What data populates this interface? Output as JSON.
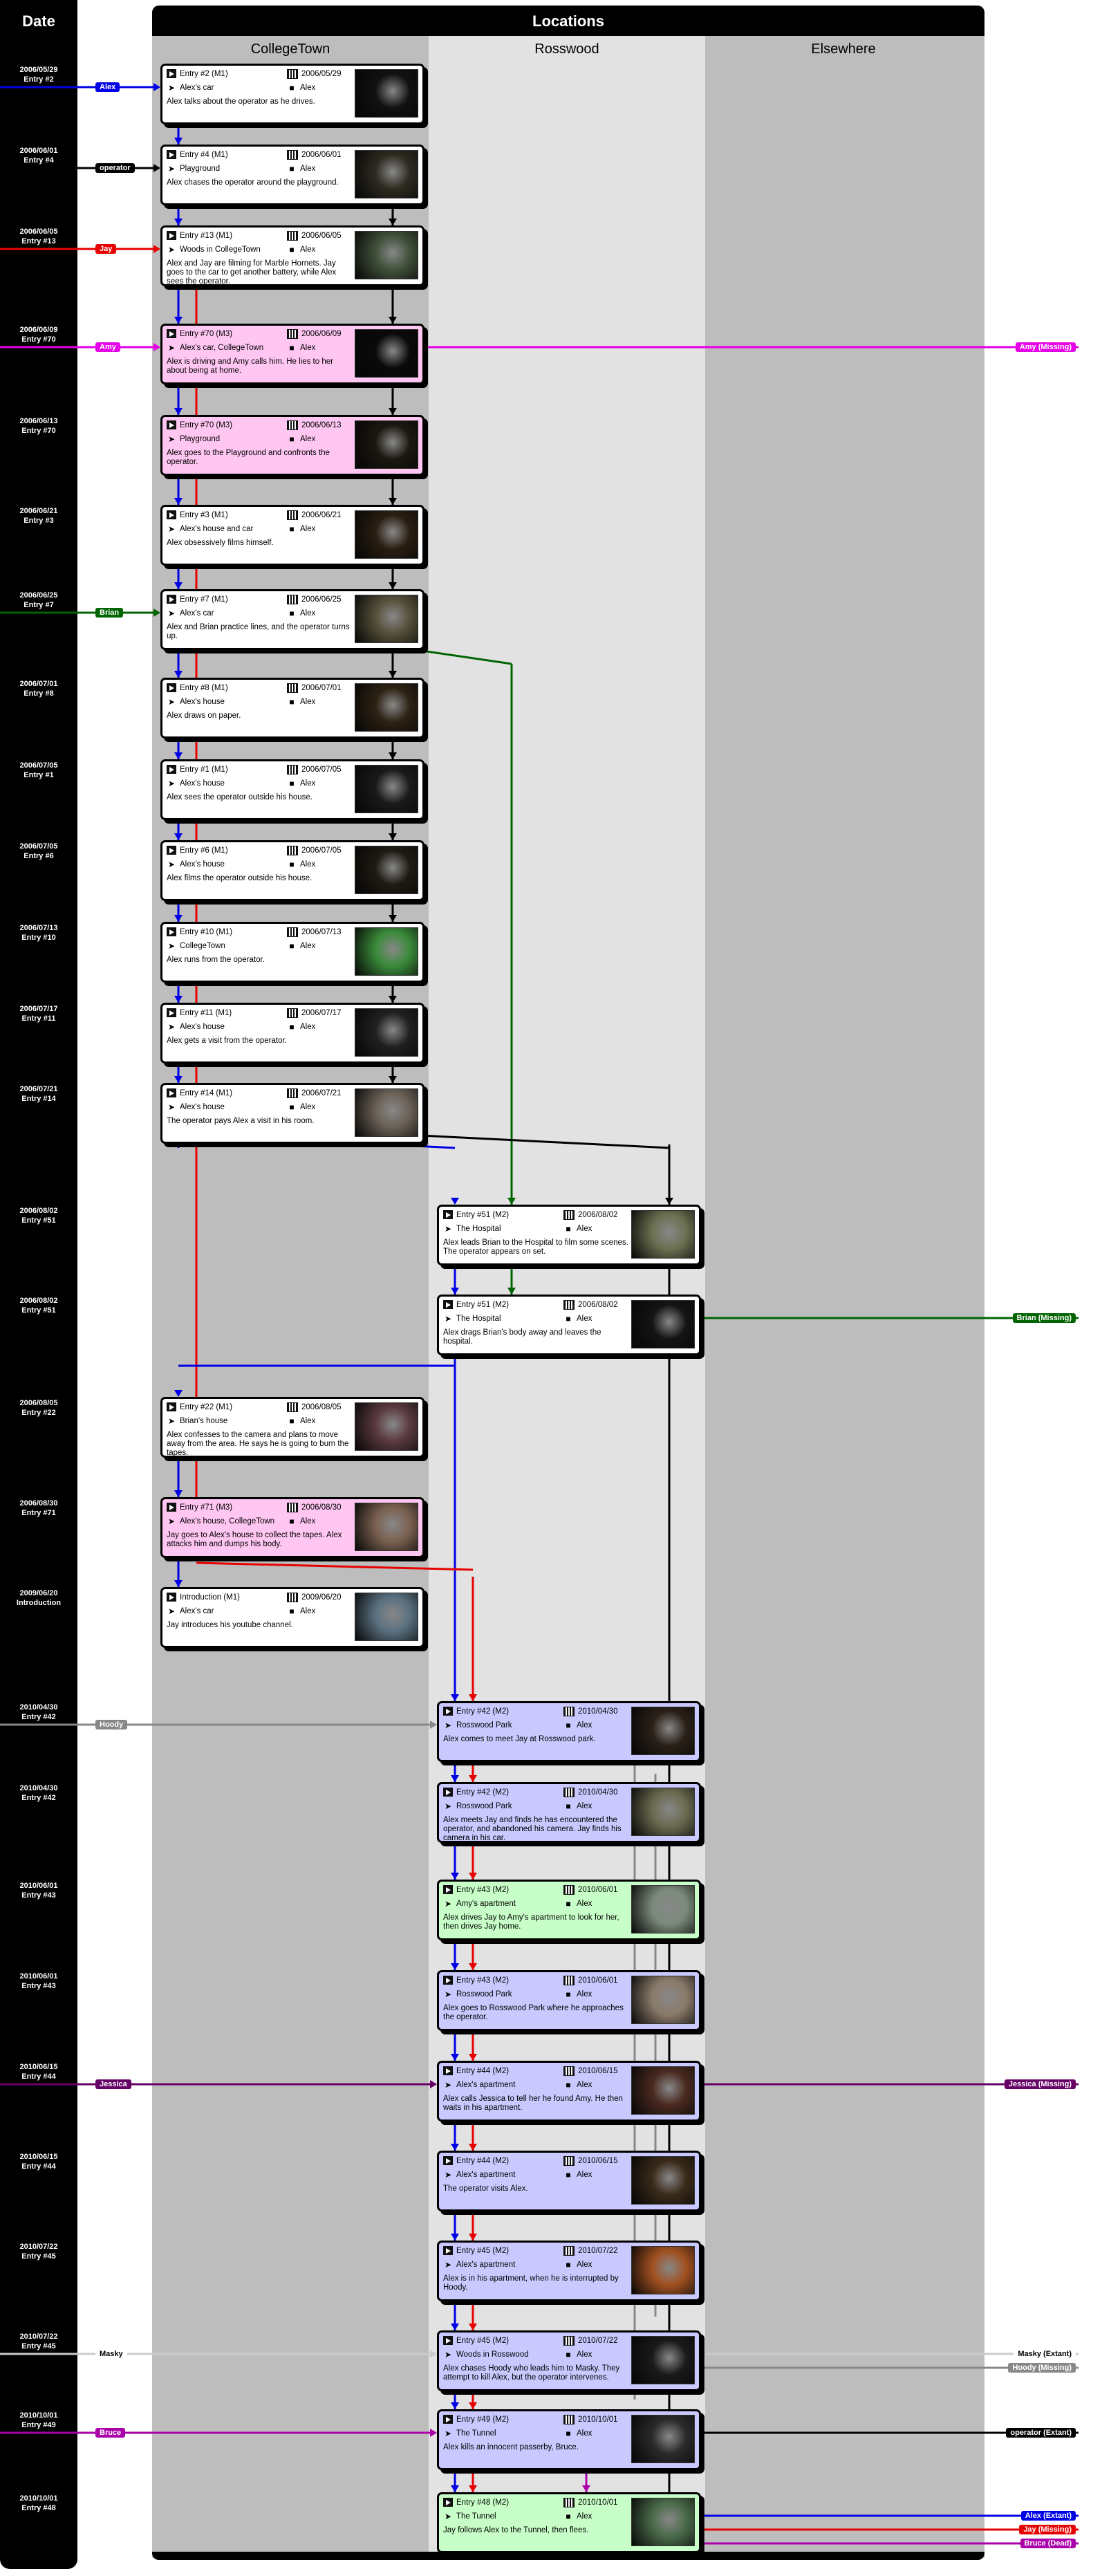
{
  "header": {
    "date_label": "Date",
    "locations_label": "Locations"
  },
  "columns": [
    {
      "key": "ct",
      "label": "CollegeTown"
    },
    {
      "key": "rw",
      "label": "Rosswood"
    },
    {
      "key": "el",
      "label": "Elsewhere"
    }
  ],
  "colors": {
    "Alex": "#0000e6",
    "operator": "#000000",
    "Jay": "#e60000",
    "Amy": "#e600e6",
    "Brian": "#006400",
    "Hoody": "#888888",
    "Jessica": "#660066",
    "Masky": "#cccccc",
    "Bruce": "#aa00aa"
  },
  "dates": [
    {
      "date": "2006/05/29",
      "entry": "Entry #2"
    },
    {
      "date": "2006/06/01",
      "entry": "Entry #4"
    },
    {
      "date": "2006/06/05",
      "entry": "Entry #13"
    },
    {
      "date": "2006/06/09",
      "entry": "Entry #70"
    },
    {
      "date": "2006/06/13",
      "entry": "Entry #70"
    },
    {
      "date": "2006/06/21",
      "entry": "Entry #3"
    },
    {
      "date": "2006/06/25",
      "entry": "Entry #7"
    },
    {
      "date": "2006/07/01",
      "entry": "Entry #8"
    },
    {
      "date": "2006/07/05",
      "entry": "Entry #1"
    },
    {
      "date": "2006/07/05",
      "entry": "Entry #6"
    },
    {
      "date": "2006/07/13",
      "entry": "Entry #10"
    },
    {
      "date": "2006/07/17",
      "entry": "Entry #11"
    },
    {
      "date": "2006/07/21",
      "entry": "Entry #14"
    },
    {
      "date": "2006/08/02",
      "entry": "Entry #51"
    },
    {
      "date": "2006/08/02",
      "entry": "Entry #51"
    },
    {
      "date": "2006/08/05",
      "entry": "Entry #22"
    },
    {
      "date": "2006/08/30",
      "entry": "Entry #71"
    },
    {
      "date": "2009/06/20",
      "entry": "Introduction"
    },
    {
      "date": "2010/04/30",
      "entry": "Entry #42"
    },
    {
      "date": "2010/04/30",
      "entry": "Entry #42"
    },
    {
      "date": "2010/06/01",
      "entry": "Entry #43"
    },
    {
      "date": "2010/06/01",
      "entry": "Entry #43"
    },
    {
      "date": "2010/06/15",
      "entry": "Entry #44"
    },
    {
      "date": "2010/06/15",
      "entry": "Entry #44"
    },
    {
      "date": "2010/07/22",
      "entry": "Entry #45"
    },
    {
      "date": "2010/07/22",
      "entry": "Entry #45"
    },
    {
      "date": "2010/10/01",
      "entry": "Entry #49"
    },
    {
      "date": "2010/10/01",
      "entry": "Entry #48"
    }
  ],
  "entries": [
    {
      "title": "Entry #2 (M1)",
      "date": "2006/05/29",
      "location": "Alex's car",
      "camera": "Alex",
      "desc": "Alex talks about the operator as he drives.",
      "col": "ct",
      "color": "white"
    },
    {
      "title": "Entry #4 (M1)",
      "date": "2006/06/01",
      "location": "Playground",
      "camera": "Alex",
      "desc": "Alex chases the operator around the playground.",
      "col": "ct",
      "color": "white"
    },
    {
      "title": "Entry #13 (M1)",
      "date": "2006/06/05",
      "location": "Woods in CollegeTown",
      "camera": "Alex",
      "desc": "Alex and Jay are filming for Marble Hornets.  Jay goes to the car to get another battery, while Alex sees the operator.",
      "col": "ct",
      "color": "white"
    },
    {
      "title": "Entry #70 (M3)",
      "date": "2006/06/09",
      "location": "Alex's car, CollegeTown",
      "camera": "Alex",
      "desc": "Alex is driving and Amy calls him.  He lies to her about being at home.",
      "col": "ct",
      "color": "pink"
    },
    {
      "title": "Entry #70 (M3)",
      "date": "2006/06/13",
      "location": "Playground",
      "camera": "Alex",
      "desc": "Alex goes to the Playground and confronts the operator.",
      "col": "ct",
      "color": "pink"
    },
    {
      "title": "Entry #3 (M1)",
      "date": "2006/06/21",
      "location": "Alex's house and car",
      "camera": "Alex",
      "desc": "Alex obsessively films himself.",
      "col": "ct",
      "color": "white"
    },
    {
      "title": "Entry #7 (M1)",
      "date": "2006/06/25",
      "location": "Alex's car",
      "camera": "Alex",
      "desc": "Alex and Brian practice lines, and the operator turns up.",
      "col": "ct",
      "color": "white"
    },
    {
      "title": "Entry #8 (M1)",
      "date": "2006/07/01",
      "location": "Alex's house",
      "camera": "Alex",
      "desc": "Alex draws on paper.",
      "col": "ct",
      "color": "white"
    },
    {
      "title": "Entry #1 (M1)",
      "date": "2006/07/05",
      "location": "Alex's house",
      "camera": "Alex",
      "desc": "Alex sees the operator outside his house.",
      "col": "ct",
      "color": "white"
    },
    {
      "title": "Entry #6 (M1)",
      "date": "2006/07/05",
      "location": "Alex's house",
      "camera": "Alex",
      "desc": "Alex films the operator outside his house.",
      "col": "ct",
      "color": "white"
    },
    {
      "title": "Entry #10 (M1)",
      "date": "2006/07/13",
      "location": "CollegeTown",
      "camera": "Alex",
      "desc": "Alex runs from the operator.",
      "col": "ct",
      "color": "white"
    },
    {
      "title": "Entry #11 (M1)",
      "date": "2006/07/17",
      "location": "Alex's house",
      "camera": "Alex",
      "desc": "Alex gets a visit from the operator.",
      "col": "ct",
      "color": "white"
    },
    {
      "title": "Entry #14 (M1)",
      "date": "2006/07/21",
      "location": "Alex's house",
      "camera": "Alex",
      "desc": "The operator pays Alex a visit in his room.",
      "col": "ct",
      "color": "white"
    },
    {
      "title": "Entry #51 (M2)",
      "date": "2006/08/02",
      "location": "The Hospital",
      "camera": "Alex",
      "desc": "Alex leads Brian to the Hospital to film some scenes.  The operator appears on set.",
      "col": "rw",
      "color": "white"
    },
    {
      "title": "Entry #51 (M2)",
      "date": "2006/08/02",
      "location": "The Hospital",
      "camera": "Alex",
      "desc": "Alex drags Brian's body away and leaves the hospital.",
      "col": "rw",
      "color": "white"
    },
    {
      "title": "Entry #22 (M1)",
      "date": "2006/08/05",
      "location": "Brian's house",
      "camera": "Alex",
      "desc": "Alex confesses to the camera and plans to move away from the area.  He says he is going to burn the tapes.",
      "col": "ct",
      "color": "white"
    },
    {
      "title": "Entry #71 (M3)",
      "date": "2006/08/30",
      "location": "Alex's house, CollegeTown",
      "camera": "Alex",
      "desc": "Jay goes to Alex's house to collect the tapes.  Alex attacks him and dumps his body.",
      "col": "ct",
      "color": "pink"
    },
    {
      "title": "Introduction (M1)",
      "date": "2009/06/20",
      "location": "Alex's car",
      "camera": "Alex",
      "desc": "Jay introduces his youtube channel.",
      "col": "ct",
      "color": "white"
    },
    {
      "title": "Entry #42 (M2)",
      "date": "2010/04/30",
      "location": "Rosswood Park",
      "camera": "Alex",
      "desc": "Alex comes to meet Jay at Rosswood park.",
      "col": "rw",
      "color": "blue"
    },
    {
      "title": "Entry #42 (M2)",
      "date": "2010/04/30",
      "location": "Rosswood Park",
      "camera": "Alex",
      "desc": "Alex meets Jay and finds he has encountered the operator, and abandoned his camera.  Jay finds his camera in his car.",
      "col": "rw",
      "color": "blue"
    },
    {
      "title": "Entry #43 (M2)",
      "date": "2010/06/01",
      "location": "Amy's apartment",
      "camera": "Alex",
      "desc": "Alex drives Jay to Amy's apartment to look for her, then drives Jay home.",
      "col": "rw",
      "color": "green"
    },
    {
      "title": "Entry #43 (M2)",
      "date": "2010/06/01",
      "location": "Rosswood Park",
      "camera": "Alex",
      "desc": "Alex goes to Rosswood Park where he approaches the operator.",
      "col": "rw",
      "color": "blue"
    },
    {
      "title": "Entry #44 (M2)",
      "date": "2010/06/15",
      "location": "Alex's apartment",
      "camera": "Alex",
      "desc": "Alex calls Jessica to tell her he found Amy.  He then waits in his apartment.",
      "col": "rw",
      "color": "blue"
    },
    {
      "title": "Entry #44 (M2)",
      "date": "2010/06/15",
      "location": "Alex's apartment",
      "camera": "Alex",
      "desc": "The operator visits Alex.",
      "col": "rw",
      "color": "blue"
    },
    {
      "title": "Entry #45 (M2)",
      "date": "2010/07/22",
      "location": "Alex's apartment",
      "camera": "Alex",
      "desc": "Alex is in his apartment, when he is interrupted by Hoody.",
      "col": "rw",
      "color": "blue"
    },
    {
      "title": "Entry #45 (M2)",
      "date": "2010/07/22",
      "location": "Woods in Rosswood",
      "camera": "Alex",
      "desc": "Alex chases Hoody who leads him to Masky.  They attempt to kill Alex, but the operator intervenes.",
      "col": "rw",
      "color": "blue"
    },
    {
      "title": "Entry #49 (M2)",
      "date": "2010/10/01",
      "location": "The Tunnel",
      "camera": "Alex",
      "desc": "Alex kills an innocent passerby, Bruce.",
      "col": "rw",
      "color": "blue"
    },
    {
      "title": "Entry #48 (M2)",
      "date": "2010/10/01",
      "location": "The Tunnel",
      "camera": "Alex",
      "desc": "Jay follows Alex to the Tunnel, then flees.",
      "col": "rw",
      "color": "green"
    }
  ],
  "left_tags": [
    {
      "label": "Alex",
      "character": "Alex",
      "row": 0
    },
    {
      "label": "operator",
      "character": "operator",
      "row": 1
    },
    {
      "label": "Jay",
      "character": "Jay",
      "row": 2
    },
    {
      "label": "Amy",
      "character": "Amy",
      "row": 3
    },
    {
      "label": "Brian",
      "character": "Brian",
      "row": 6
    },
    {
      "label": "Hoody",
      "character": "Hoody",
      "row": 18
    },
    {
      "label": "Jessica",
      "character": "Jessica",
      "row": 22
    },
    {
      "label": "Masky",
      "character": "Masky",
      "row": 25
    },
    {
      "label": "Bruce",
      "character": "Bruce",
      "row": 26
    }
  ],
  "right_tags": [
    {
      "label": "Amy (Missing)",
      "character": "Amy",
      "row": 3
    },
    {
      "label": "Brian (Missing)",
      "character": "Brian",
      "row": 14
    },
    {
      "label": "Jessica (Missing)",
      "character": "Jessica",
      "row": 22
    },
    {
      "label": "Masky (Extant)",
      "character": "Masky",
      "row": 25
    },
    {
      "label": "Hoody (Missing)",
      "character": "Hoody",
      "row": 25
    },
    {
      "label": "operator (Extant)",
      "character": "operator",
      "row": 26
    },
    {
      "label": "Alex (Extant)",
      "character": "Alex",
      "row": 27
    },
    {
      "label": "Jay (Missing)",
      "character": "Jay",
      "row": 27
    },
    {
      "label": "Bruce (Dead)",
      "character": "Bruce",
      "row": 27
    }
  ]
}
